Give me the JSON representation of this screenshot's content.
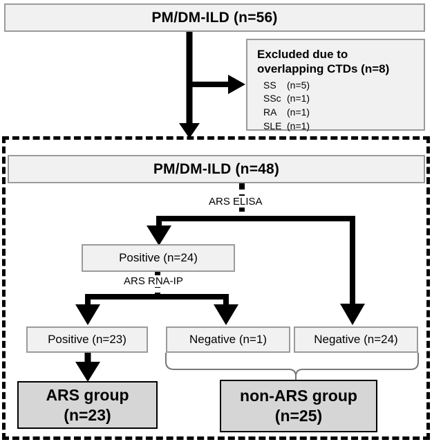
{
  "diagram": {
    "title": "PM/DM-ILD patient selection flowchart",
    "colors": {
      "box_fill_light": "#f1f1f1",
      "box_border_light": "#9a9a9a",
      "box_fill_group": "#d6d6d6",
      "box_border_group": "#000000",
      "line": "#000000",
      "background": "#ffffff"
    },
    "nodes": {
      "cohort_total": "PM/DM-ILD (n=56)",
      "excluded_title_line1": "Excluded due to",
      "excluded_title_line2": "overlapping CTDs (n=8)",
      "excluded_items": [
        {
          "label": "SS",
          "count": "(n=5)"
        },
        {
          "label": "SSc",
          "count": "(n=1)"
        },
        {
          "label": "RA",
          "count": "(n=1)"
        },
        {
          "label": "SLE",
          "count": "(n=1)"
        }
      ],
      "cohort_included": "PM/DM-ILD (n=48)",
      "elisa_positive": "Positive (n=24)",
      "elisa_negative": "Negative (n=24)",
      "rnaip_positive": "Positive (n=23)",
      "rnaip_negative": "Negative (n=1)",
      "ars_group_line1": "ARS group",
      "ars_group_line2": "(n=23)",
      "non_ars_group_line1": "non-ARS group",
      "non_ars_group_line2": "(n=25)"
    },
    "edge_labels": {
      "elisa": "ARS ELISA",
      "rnaip": "ARS RNA-IP"
    }
  }
}
